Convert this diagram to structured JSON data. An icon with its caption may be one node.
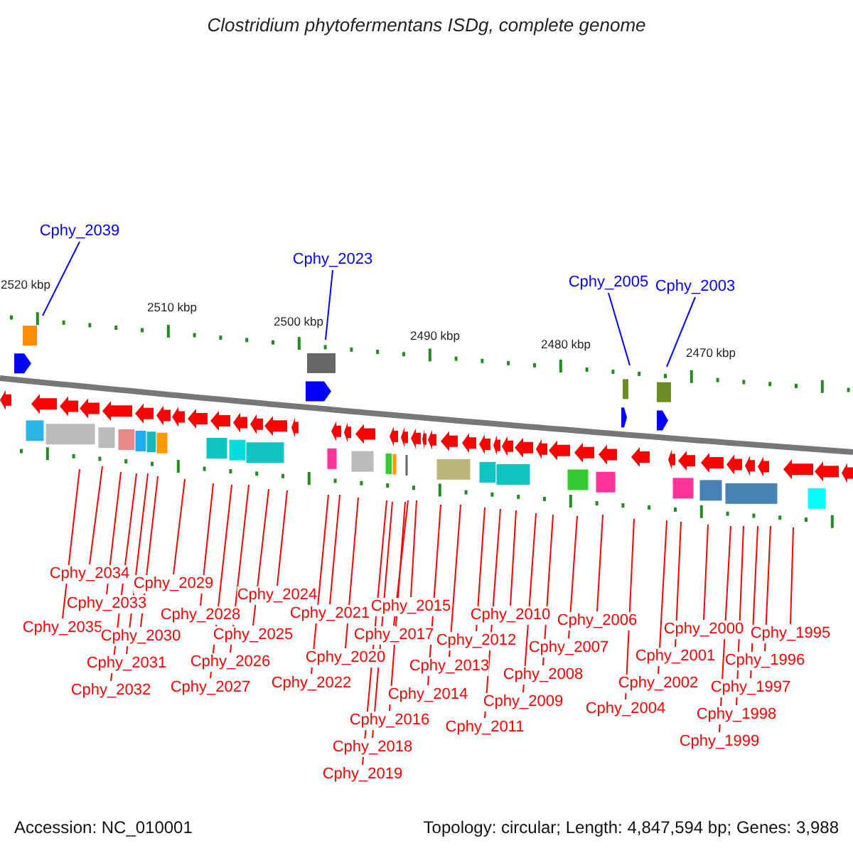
{
  "diagram": {
    "title": "Clostridium phytofermentans ISDg, complete genome",
    "nodes": [
      {
        "text": [
          "Cphy_2039"
        ]
      },
      {
        "text": [
          "Cphy_2023"
        ]
      },
      {
        "text": [
          "Cphy_2005"
        ]
      },
      {
        "text": [
          "Cphy_2003"
        ]
      },
      {
        "text": [
          "Cphy_2035"
        ]
      },
      {
        "text": [
          "Cphy_2034"
        ]
      },
      {
        "text": [
          "Cphy_2033"
        ]
      },
      {
        "text": [
          "Cphy_2032"
        ]
      },
      {
        "text": [
          "Cphy_2031"
        ]
      },
      {
        "text": [
          "Cphy_2030"
        ]
      },
      {
        "text": [
          "Cphy_2029"
        ]
      },
      {
        "text": [
          "Cphy_2028"
        ]
      },
      {
        "text": [
          "Cphy_2027"
        ]
      },
      {
        "text": [
          "Cphy_2026"
        ]
      },
      {
        "text": [
          "Cphy_2025"
        ]
      },
      {
        "text": [
          "Cphy_2024"
        ]
      },
      {
        "text": [
          "Cphy_2022"
        ]
      },
      {
        "text": [
          "Cphy_2021"
        ]
      },
      {
        "text": [
          "Cphy_2020"
        ]
      },
      {
        "text": [
          "Cphy_2019"
        ]
      },
      {
        "text": [
          "Cphy_2018"
        ]
      },
      {
        "text": [
          "Cphy_2017"
        ]
      },
      {
        "text": [
          "Cphy_2016"
        ]
      },
      {
        "text": [
          "Cphy_2015"
        ]
      },
      {
        "text": [
          "Cphy_2014"
        ]
      },
      {
        "text": [
          "Cphy_2013"
        ]
      },
      {
        "text": [
          "Cphy_2012"
        ]
      },
      {
        "text": [
          "Cphy_2011"
        ]
      },
      {
        "text": [
          "Cphy_2010"
        ]
      },
      {
        "text": [
          "Cphy_2009"
        ]
      },
      {
        "text": [
          "Cphy_2008"
        ]
      },
      {
        "text": [
          "Cphy_2007"
        ]
      },
      {
        "text": [
          "Cphy_2006"
        ]
      },
      {
        "text": [
          "Cphy_2004"
        ]
      },
      {
        "text": [
          "Cphy_2002"
        ]
      },
      {
        "text": [
          "Cphy_2001"
        ]
      },
      {
        "text": [
          "Cphy_2000"
        ]
      },
      {
        "text": [
          "Cphy_1999"
        ]
      },
      {
        "text": [
          "Cphy_1998"
        ]
      },
      {
        "text": [
          "Cphy_1997"
        ]
      },
      {
        "text": [
          "Cphy_1996"
        ]
      },
      {
        "text": [
          "Cphy_1995"
        ]
      }
    ],
    "edges": [
      {
        "from": 0,
        "to": null,
        "arrow": "none",
        "color": "#0000ff"
      },
      {
        "from": 1,
        "to": null,
        "arrow": "none",
        "color": "#0000ff"
      },
      {
        "from": 2,
        "to": null,
        "arrow": "none",
        "color": "#0000ff"
      },
      {
        "from": 3,
        "to": null,
        "arrow": "none",
        "color": "#0000ff"
      },
      {
        "from": 4,
        "to": null,
        "arrow": "none"
      },
      {
        "from": 5,
        "to": null,
        "arrow": "none"
      },
      {
        "from": 6,
        "to": null,
        "arrow": "none"
      },
      {
        "from": 7,
        "to": null,
        "arrow": "none"
      },
      {
        "from": 8,
        "to": null,
        "arrow": "none"
      },
      {
        "from": 9,
        "to": null,
        "arrow": "none"
      },
      {
        "from": 10,
        "to": null,
        "arrow": "none"
      },
      {
        "from": 11,
        "to": null,
        "arrow": "none"
      },
      {
        "from": 12,
        "to": null,
        "arrow": "none"
      },
      {
        "from": 13,
        "to": null,
        "arrow": "none"
      },
      {
        "from": 14,
        "to": null,
        "arrow": "none"
      },
      {
        "from": 15,
        "to": null,
        "arrow": "none"
      },
      {
        "from": 16,
        "to": null,
        "arrow": "none"
      },
      {
        "from": 17,
        "to": null,
        "arrow": "none"
      },
      {
        "from": 18,
        "to": null,
        "arrow": "none"
      },
      {
        "from": 19,
        "to": null,
        "arrow": "none"
      },
      {
        "from": 20,
        "to": null,
        "arrow": "none"
      },
      {
        "from": 21,
        "to": null,
        "arrow": "none"
      },
      {
        "from": 22,
        "to": null,
        "arrow": "none"
      },
      {
        "from": 23,
        "to": null,
        "arrow": "none"
      },
      {
        "from": 24,
        "to": null,
        "arrow": "none"
      },
      {
        "from": 25,
        "to": null,
        "arrow": "none"
      },
      {
        "from": 26,
        "to": null,
        "arrow": "none"
      },
      {
        "from": 27,
        "to": null,
        "arrow": "none"
      },
      {
        "from": 28,
        "to": null,
        "arrow": "none"
      },
      {
        "from": 29,
        "to": null,
        "arrow": "none"
      },
      {
        "from": 30,
        "to": null,
        "arrow": "none"
      },
      {
        "from": 31,
        "to": null,
        "arrow": "none"
      },
      {
        "from": 32,
        "to": null,
        "arrow": "none"
      },
      {
        "from": 33,
        "to": null,
        "arrow": "none"
      },
      {
        "from": 34,
        "to": null,
        "arrow": "none"
      },
      {
        "from": 35,
        "to": null,
        "arrow": "none"
      },
      {
        "from": 36,
        "to": null,
        "arrow": "none"
      },
      {
        "from": 37,
        "to": null,
        "arrow": "none"
      },
      {
        "from": 38,
        "to": null,
        "arrow": "none"
      },
      {
        "from": 39,
        "to": null,
        "arrow": "none"
      },
      {
        "from": 40,
        "to": null,
        "arrow": "none"
      },
      {
        "from": 41,
        "to": null,
        "arrow": "none"
      }
    ],
    "labels": [
      "2520 kbp",
      "2510 kbp",
      "2500 kbp",
      "2490 kbp",
      "2480 kbp",
      "2470 kbp",
      "Accession: NC_010001",
      "Topology: circular; Length: 4,847,594 bp; Genes: 3,988"
    ]
  }
}
